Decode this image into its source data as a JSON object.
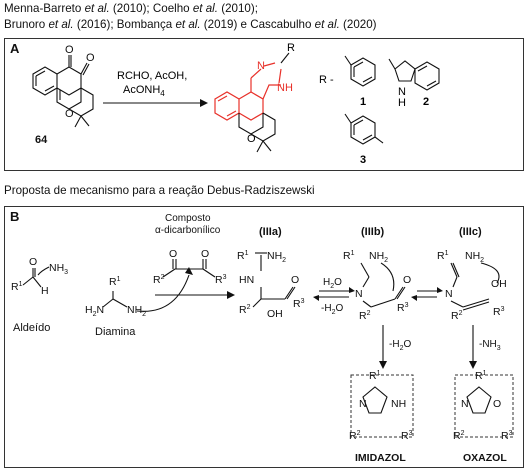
{
  "citations": {
    "line1_author1": "Menna-Barreto",
    "line1_etal1": " et al.",
    "line1_rest1": " (2010); Coelho",
    "line1_etal2": " et al.",
    "line1_rest2": " (2010);",
    "line2_author1": "Brunoro",
    "line2_etal1": " et al.",
    "line2_rest1": " (2016); Bombança",
    "line2_etal2": " et al.",
    "line2_rest2": " (2019) e Cascabulho",
    "line2_etal3": " et al.",
    "line2_rest3": " (2020)"
  },
  "panel_a": {
    "label": "A",
    "compound_number": "64",
    "reagent_line1": "RCHO, AcOH,",
    "reagent_line2": "AcONH",
    "reagent_line2_sub": "4",
    "product_r": "R",
    "product_n": "N",
    "product_nh": "NH",
    "ring_o": "O",
    "r_definition": "R -",
    "substituent_numbers": [
      "1",
      "2",
      "3"
    ],
    "indole_n": "N",
    "indole_h": "H"
  },
  "caption": "Proposta de mecanismo para a reação Debus-Radziszewski",
  "panel_b": {
    "label": "B",
    "composto_line1": "Composto",
    "composto_line2": "α-dicarbonílico",
    "aldeido_label": "Aldeído",
    "diamina_label": "Diamina",
    "intermediates": [
      "(IIIa)",
      "(IIIb)",
      "(IIIc)"
    ],
    "eq_forward": "H",
    "eq_forward_sub": "2",
    "eq_forward_tail": "O",
    "eq_reverse": "-H",
    "eq_reverse_sub": "2",
    "eq_reverse_tail": "O",
    "loss_water": "-H",
    "loss_water_sub": "2",
    "loss_water_tail": "O",
    "loss_ammonia": "-NH",
    "loss_ammonia_sub": "3",
    "products": [
      "IMIDAZOL",
      "OXAZOL"
    ],
    "atoms": {
      "r1": "R",
      "r2": "R",
      "r3": "R",
      "sup1": "1",
      "sup2": "2",
      "sup3": "3",
      "o": "O",
      "h": "H",
      "n": "N",
      "nh": "NH",
      "nh2": "NH",
      "nh2_sub": "2",
      "nh3": "NH",
      "nh3_sub": "3",
      "hn": "HN",
      "oh": "OH",
      "lone_pair": ":"
    }
  },
  "colors": {
    "product_highlight": "#e8312a",
    "ink": "#111111",
    "frame": "#333333"
  }
}
